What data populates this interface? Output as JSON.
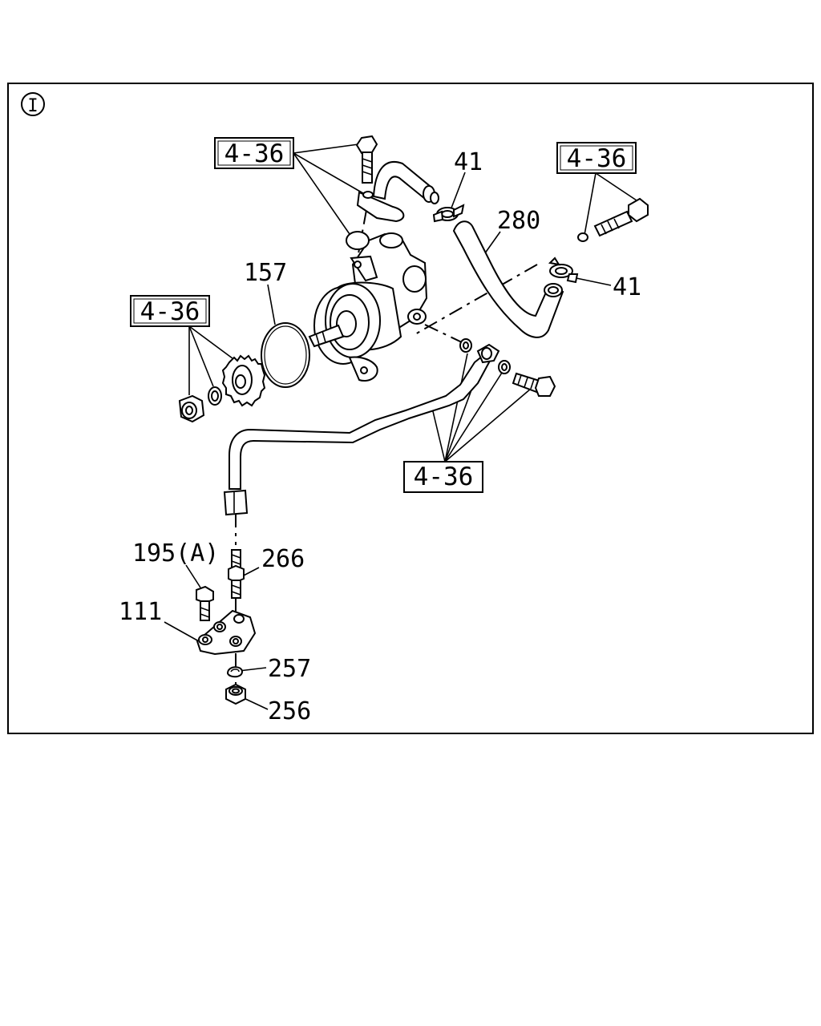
{
  "view_marker": "I",
  "refs": {
    "top_left": "4-36",
    "top_right": "4-36",
    "left": "4-36",
    "bottom": "4-36"
  },
  "labels": {
    "clip_top": "41",
    "clip_right": "41",
    "hose": "280",
    "oring": "157",
    "bolt_195": "195(A)",
    "stud_266": "266",
    "bracket_111": "111",
    "washer_257": "257",
    "nut_256": "256"
  }
}
